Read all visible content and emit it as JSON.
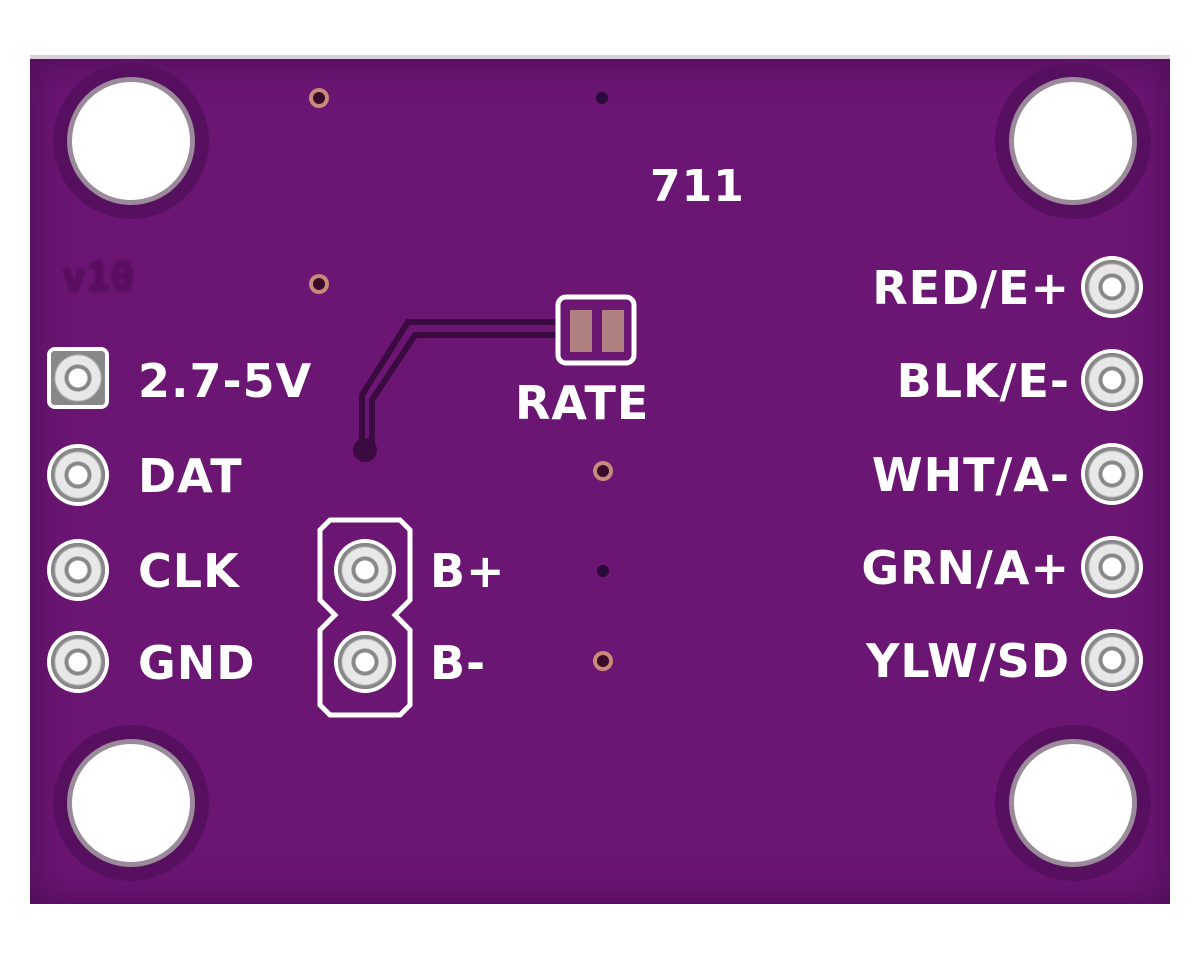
{
  "board": {
    "version": "v10",
    "part": "711",
    "jumper": "RATE",
    "left_pins": [
      "2.7-5V",
      "DAT",
      "CLK",
      "GND"
    ],
    "center_pins": [
      "B+",
      "B-"
    ],
    "right_pins": [
      "RED/E+",
      "BLK/E-",
      "WHT/A-",
      "GRN/A+",
      "YLW/SD"
    ]
  },
  "colors": {
    "pcb": "#6b1673",
    "silk": "#ffffff"
  }
}
